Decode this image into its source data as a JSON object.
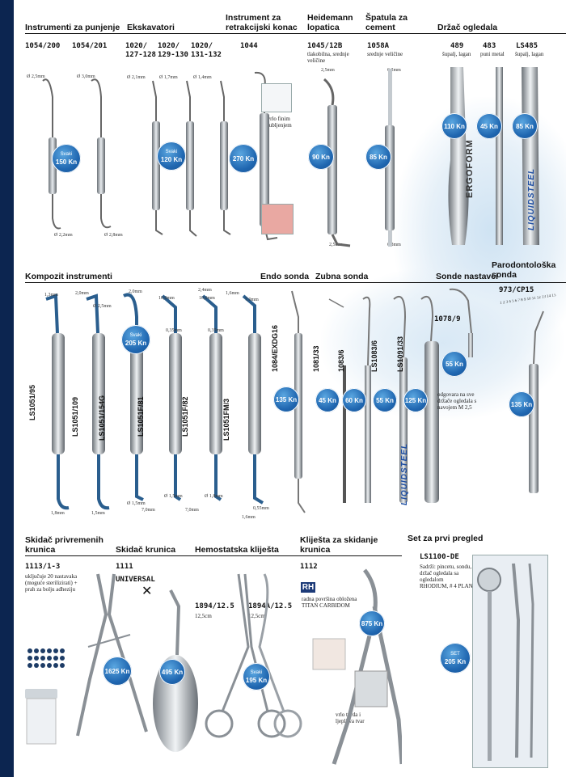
{
  "brand": {
    "ergoform": "ERGOFORM",
    "liquidsteel": "LIQUIDSTEEL"
  },
  "colors": {
    "sidebar": "#0c2550",
    "badge": "#1f66b0",
    "water": "#cfe3f3"
  },
  "section1": {
    "headers": {
      "filling": "Instrumenti za punjenje",
      "excavators": "Ekskavatori",
      "retraction": "Instrument za retrakcijski konac",
      "heidemann": "Heidemann lopatica",
      "spatula": "Špatula za cement",
      "mirror": "Držač ogledala"
    },
    "codes": {
      "c1": "1054/200",
      "c2": "1054/201",
      "c3a": "1020/",
      "c3b": "127-128",
      "c4a": "1020/",
      "c4b": "129-130",
      "c5a": "1020/",
      "c5b": "131-132",
      "c6": "1044",
      "c7": "1045/12B",
      "c8": "1058A",
      "c9": "489",
      "c10": "483",
      "c11": "LS485"
    },
    "notes": {
      "heidemann": "tlakobilna, srednje veličine",
      "spatula": "srednje veličine",
      "retraction": "sa vrlo finim nazubljenjem",
      "m489": "šupalj, lagan",
      "m483": "puni metal",
      "m485": "šupalj, lagan"
    },
    "dims": {
      "d1": "Ø 2,5mm",
      "d2": "Ø 3,0mm",
      "d3": "Ø 2,2mm",
      "d4": "Ø 2,8mm",
      "d5": "Ø 2,1mm",
      "d6": "Ø 1,7mm",
      "d7": "Ø 1,4mm",
      "d8": "2,5mm",
      "d9": "2,5mm",
      "d10": "6,2mm",
      "d11": "6,8mm"
    },
    "prices": {
      "filling": {
        "label": "Svaki",
        "value": "150 Kn"
      },
      "excavators": {
        "label": "Svaki",
        "value": "120 Kn"
      },
      "retraction": "270 Kn",
      "heidemann": "90 Kn",
      "spatula": "85 Kn",
      "m489": "110 Kn",
      "m483": "45 Kn",
      "m485": "85 Kn"
    }
  },
  "section2": {
    "headers": {
      "composite": "Kompozit instrumenti",
      "endo": "Endo sonda",
      "dental": "Zubna sonda",
      "nastavci": "Sonde nastavci",
      "parodont": "Parodontološka sonda"
    },
    "codes": {
      "a": "LS1051/95",
      "b": "LS1051/109",
      "c": "LS1051/154G",
      "d": "LS1051F/81",
      "e": "LS1051F/82",
      "f": "LS1051FM/3",
      "endo": "1084/EXDG16",
      "z1": "1081/33",
      "z2": "1083/6",
      "z3": "LS1083/6",
      "z4": "LS1091/33",
      "n1": "1078/9",
      "p1": "973/CP15"
    },
    "dims": {
      "t1": "1,3mm",
      "t2": "2,0mm",
      "t3": "Ø 2,5mm",
      "t4": "2,0mm",
      "t5": "10,0mm",
      "t6": "2,4mm",
      "t7": "10,0mm",
      "t8": "1,6mm",
      "t9": "7,0mm",
      "t10": "0,35mm",
      "t11": "0,35mm",
      "b1": "1,8mm",
      "b2": "1,5mm",
      "b3": "Ø 1,5mm",
      "b4": "Ø 1,5mm",
      "b5": "7,0mm",
      "b6": "Ø 1,8mm",
      "b7": "7,0mm",
      "b8": "0,55mm",
      "b9": "1,6mm"
    },
    "notes": {
      "nastavci": "odgovara na sve držače ogledala s navojem M 2,5",
      "parodont_scale": "1 2 3 4 5 6 7 8 9 10 11 12 13 14 15"
    },
    "prices": {
      "composite": {
        "label": "Svaki",
        "value": "205 Kn"
      },
      "endo": "135 Kn",
      "z1": "45 Kn",
      "z2": "60 Kn",
      "z3": "55 Kn",
      "z4": "125 Kn",
      "n1": "55 Kn",
      "p1": "135 Kn"
    }
  },
  "section3": {
    "headers": {
      "crown_remover": "Skidač privremenih krunica",
      "crown": "Skidač krunica",
      "hemostat": "Hemostatska kliješta",
      "plier": "Kliješta za skidanje krunica",
      "set": "Set za prvi pregled"
    },
    "codes": {
      "r1": "1113/1-3",
      "r2": "1111",
      "r2b": "UNIVERSAL",
      "h1": "1894/12.5",
      "h2": "1894A/12.5",
      "pl": "1112",
      "set": "LS1100-DE"
    },
    "notes": {
      "r1": "uključuje 20 nastavaka (moguće sterilizirati) + prah za bolju adheziju",
      "h1": "12,5cm",
      "h2": "12,5cm",
      "rh": "RH",
      "pl": "radna površina obložena TITAN CARBIDOM",
      "pl2": "vrlo tvrda i ljepljiva tvar",
      "set": "Sadrži: pincetu, sondu, držač ogledala sa ogledalom RHODIUM, # 4 PLAN",
      "x": "✕"
    },
    "prices": {
      "r1": "1625 Kn",
      "r2": "495 Kn",
      "hemostat": {
        "label": "Svaki",
        "value": "195 Kn"
      },
      "pl": "875 Kn",
      "set": {
        "label": "SET",
        "value": "205 Kn"
      }
    }
  }
}
